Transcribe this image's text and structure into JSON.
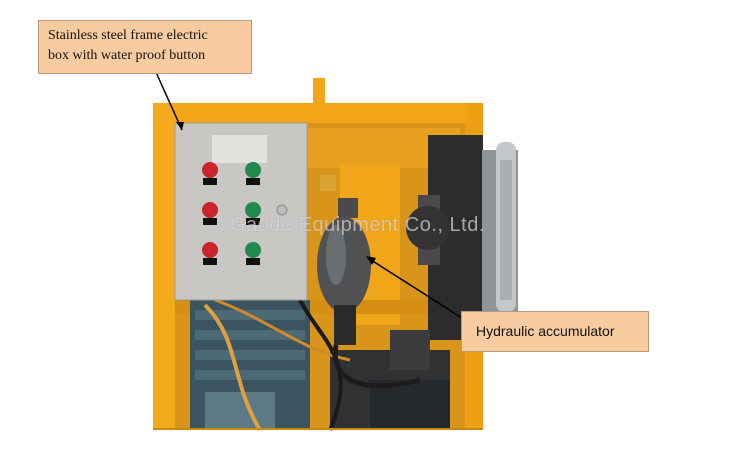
{
  "colors": {
    "frame": "#f2a516",
    "box": "#c9c7c3",
    "motor": "#3a5560",
    "callout_bg": "#f8cba0",
    "button_red": "#c8262b",
    "button_green": "#1f8a4c"
  },
  "callouts": {
    "electric_box": {
      "line1": "Stainless steel frame electric",
      "line2": "box with water proof button"
    },
    "accumulator": {
      "label": "Hydraulic accumulator"
    }
  },
  "watermark": "Gaode Equipment Co., Ltd."
}
